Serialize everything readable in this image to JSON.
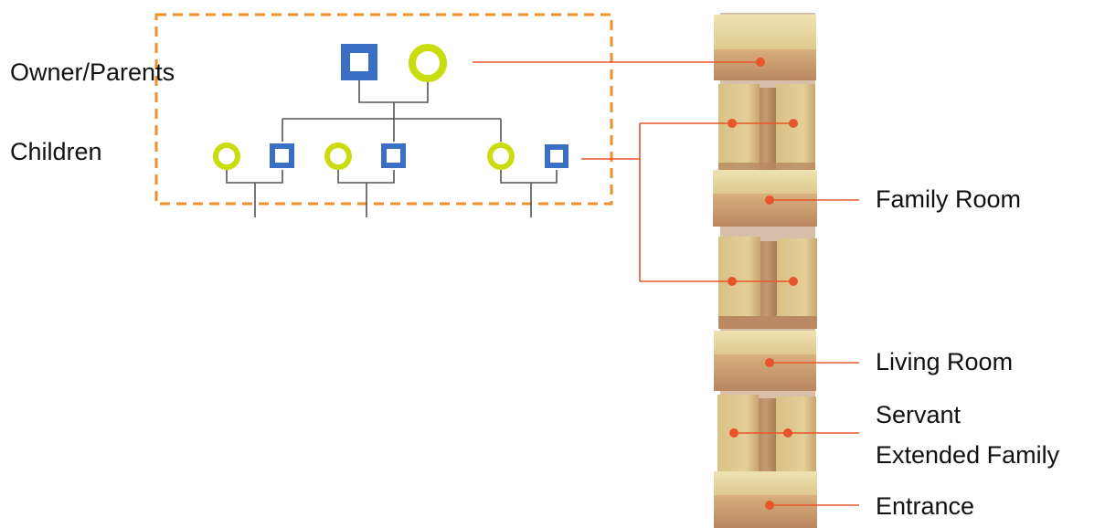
{
  "title": "",
  "family_labels": {
    "owner_parents": "Owner/Parents",
    "children": "Children"
  },
  "room_labels": {
    "family_room": "Family Room",
    "living_room": "Living Room",
    "servant": "Servant",
    "extended_family": "Extended Family",
    "entrance": "Entrance"
  },
  "genealogy": {
    "parents": [
      {
        "symbol": "square",
        "meaning": "male"
      },
      {
        "symbol": "circle",
        "meaning": "female"
      }
    ],
    "children_couples": 3
  },
  "colors": {
    "male_square": "#3a6fc4",
    "female_circle": "#c8dc0e",
    "dashed_box": "#f0902a",
    "connector": "#e8552a",
    "dot": "#e8552a",
    "tree_line": "#555555",
    "block_top": "#e9d9a0",
    "block_front": "#c89a6e",
    "room_block": "#dcc189"
  },
  "model": {
    "stack": [
      "room",
      "pair",
      "room",
      "pair",
      "room",
      "pair",
      "room"
    ]
  }
}
